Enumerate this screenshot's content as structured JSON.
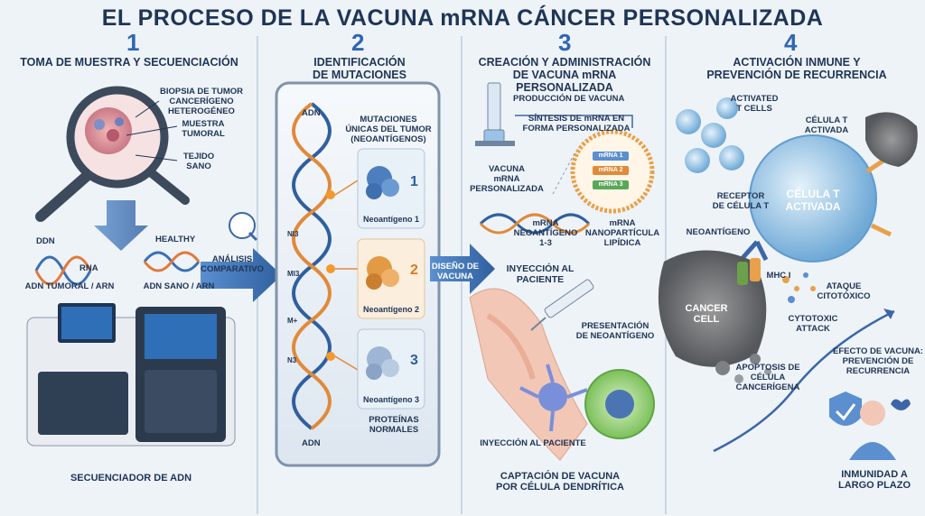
{
  "title": "EL PROCESO DE LA VACUNA mRNA CÁNCER PERSONALIZADA",
  "stages": [
    {
      "number": "1",
      "title": "TOMA DE MUESTRA Y SECUENCIACIÓN"
    },
    {
      "number": "2",
      "title": "IDENTIFICACIÓN\nDE MUTACIONES"
    },
    {
      "number": "3",
      "title": "CREACIÓN Y ADMINISTRACIÓN\nDE VACUNA mRNA PERSONALIZADA"
    },
    {
      "number": "4",
      "title": "ACTIVACIÓN INMUNE Y\nPREVENCIÓN DE RECURRENCIA"
    }
  ],
  "stage1": {
    "biopsy": "BIOPSIA DE TUMOR\nCANCERÍGENO\nHETEROGÉNEO",
    "sample": "MUESTRA\nTUMORAL",
    "healthy_tissue": "TEJIDO\nSANO",
    "ddn": "DDN",
    "rna": "RNA",
    "healthy": "HEALTHY",
    "tumor_dna": "ADN TUMORAL / ARN",
    "healthy_dna": "ADN SANO / ARN",
    "sequencer": "SECUENCIADOR DE ADN"
  },
  "arrow1": "ANÁLISIS\nCOMPARATIVO",
  "stage2": {
    "adn_top": "ADN",
    "adn_bottom": "ADN",
    "mutations": "MUTACIONES\nÚNICAS DEL TUMOR\n(NEOANTÍGENOS)",
    "neo1_num": "1",
    "neo2_num": "2",
    "neo3_num": "3",
    "neo1": "Neoantígeno 1",
    "neo2": "Neoantígeno 2",
    "neo3": "Neoantígeno 3",
    "normal_proteins": "PROTEÍNAS\nNORMALES",
    "tick1": "NI3",
    "tick2": "MI3",
    "tick3": "M+",
    "tick4": "N3"
  },
  "arrow2": "DISEÑO DE\nVACUNA",
  "stage3": {
    "production": "PRODUCCIÓN DE VACUNA",
    "synthesis": "SÍNTESIS DE mRNA EN\nFORMA PERSONALIZADA",
    "vaccine": "VACUNA\nmRNA\nPERSONALIZADA",
    "mrna_neo": "mRNA\nNEOANTÍGENO\n1-3",
    "mrna_nano": "mRNA\nNANOPARTÍCULA\nLIPÍDICA",
    "strand1": "mRNA 1",
    "strand2": "mRNA 2",
    "strand3": "mRNA 3",
    "injection_title": "INYECCIÓN AL\nPACIENTE",
    "presentation": "PRESENTACIÓN\nDE NEOANTÍGENO",
    "injection_patient": "INYECCIÓN AL PACIENTE",
    "uptake": "CAPTACIÓN DE VACUNA\nPOR CÉLULA DENDRÍTICA"
  },
  "stage4": {
    "activated_tcells": "ACTIVATED\nT CELLS",
    "tcell_active": "CÉLULA T\nACTIVADA",
    "tcell_big": "CÉLULA T\nACTIVADA",
    "receptor": "RECEPTOR\nDE CÉLULA T",
    "neoantigen": "NEOANTÍGENO",
    "mhc": "MHC I",
    "attack": "ATAQUE\nCITOTÓXICO",
    "cytotoxic": "CYTOTOXIC\nATTACK",
    "cancer_cell": "CANCER\nCELL",
    "apoptosis": "APOPTOSIS DE\nCÉLULA\nCANCERÍGENA",
    "effect": "EFECTO DE VACUNA:\nPREVENCIÓN DE\nRECURRENCIA",
    "immunity": "INMUNIDAD A\nLARGO PLAZO"
  }
}
